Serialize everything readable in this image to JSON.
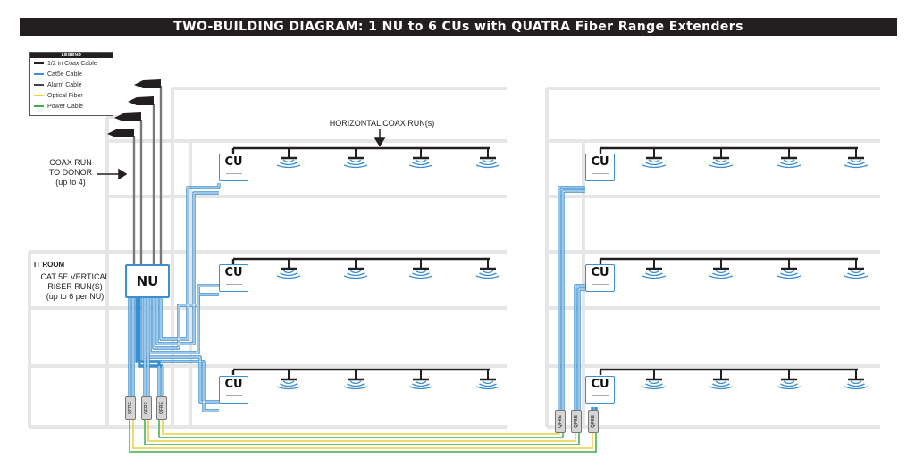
{
  "title": "TWO-BUILDING DIAGRAM: 1 NU to 6 CUs with QUATRA Fiber Range Extenders",
  "legend": {
    "title": "LEGEND",
    "items": [
      {
        "label": "1/2 in Coax Cable",
        "color": "#231f20",
        "style": "solid"
      },
      {
        "label": "Cat5e Cable",
        "color": "#3b8fd0",
        "style": "solid"
      },
      {
        "label": "Alarm Cable",
        "color": "#444444",
        "style": "dashed"
      },
      {
        "label": "Optical Fiber",
        "color": "#e8d13a",
        "style": "solid"
      },
      {
        "label": "Power Cable",
        "color": "#3fae49",
        "style": "solid"
      }
    ]
  },
  "labels": {
    "horizontal_coax": "HORIZONTAL COAX RUN(s)",
    "coax_donor_1": "COAX RUN",
    "coax_donor_2": "TO DONOR",
    "coax_donor_3": "(up to 4)",
    "it_room": "IT ROOM",
    "riser_1": "CAT 5E VERTICAL",
    "riser_2": "RISER RUN(S)",
    "riser_3": "(up to 6 per NU)"
  },
  "nu_label": "NU",
  "cu_label": "CU",
  "fre_label": "QFRE",
  "colors": {
    "coax": "#231f20",
    "cat5e": "#3b8fd0",
    "fiber": "#e8d13a",
    "power": "#3fae49",
    "floor": "#e6e6e6"
  }
}
